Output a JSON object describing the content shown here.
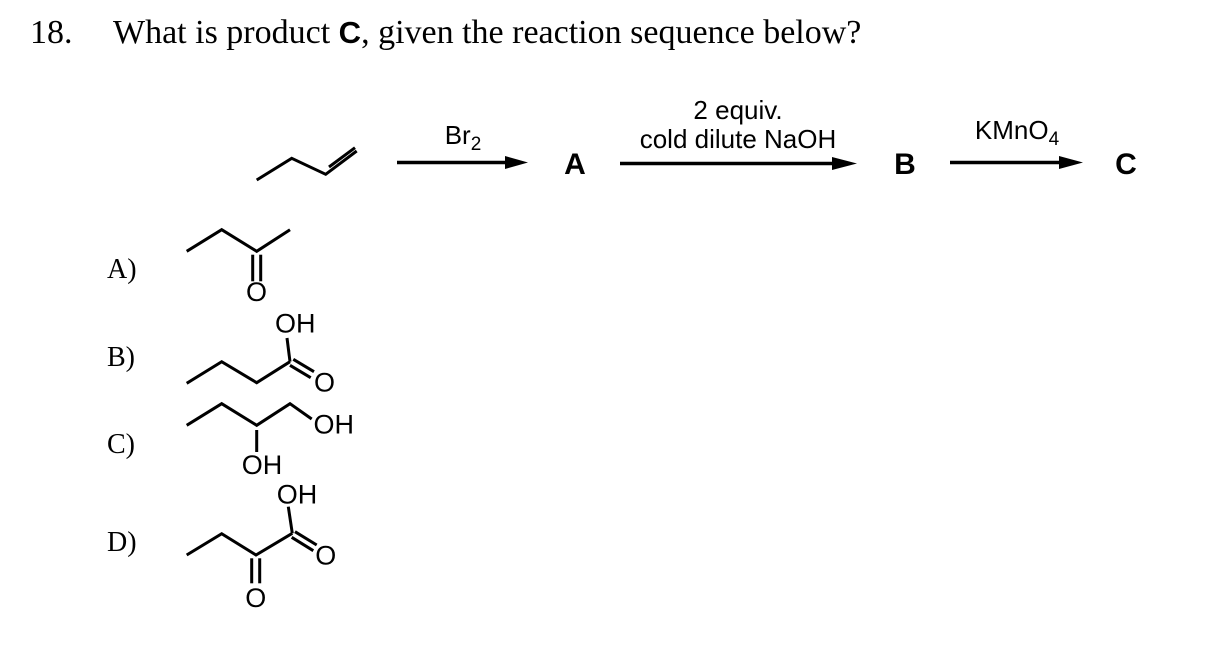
{
  "colors": {
    "ink": "#000000",
    "background": "#ffffff"
  },
  "question": {
    "number": "18.",
    "text_before": "What is product ",
    "product_letter": "C",
    "text_after": ", given the reaction sequence below?"
  },
  "scheme": {
    "steps": [
      {
        "reagent_main": "Br",
        "reagent_sub": "2",
        "product": "A"
      },
      {
        "reagent_line1": "2 equiv.",
        "reagent_line2": "cold dilute NaOH",
        "product": "B"
      },
      {
        "reagent_main": "KMnO",
        "reagent_sub": "4",
        "product": "C"
      }
    ]
  },
  "options": [
    {
      "label": "A)",
      "atoms": {
        "o": "O"
      }
    },
    {
      "label": "B)",
      "atoms": {
        "oh": "OH",
        "o": "O"
      }
    },
    {
      "label": "C)",
      "atoms": {
        "oh_right": "OH",
        "oh_below": "OH"
      }
    },
    {
      "label": "D)",
      "atoms": {
        "oh_top": "OH",
        "o_right": "O",
        "o_below": "O"
      }
    }
  ]
}
